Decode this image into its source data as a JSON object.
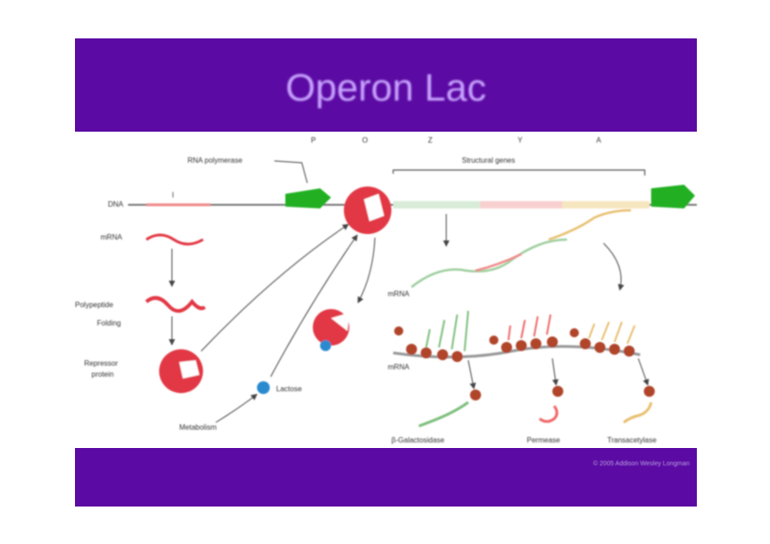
{
  "title": "Operon Lac",
  "labels": {
    "rna_polymerase": "RNA polymerase",
    "structural_genes": "Structural genes",
    "dna": "DNA",
    "mrna_left": "mRNA",
    "polypeptide": "Polypeptide",
    "folding": "Folding",
    "repressor_protein_line1": "Repressor",
    "repressor_protein_line2": "protein",
    "lactose": "Lactose",
    "metabolism": "Metabolism",
    "mrna_right": "mRNA",
    "mrna_ribosomes": "mRNA",
    "beta_galactosidase": "β-Galactosidase",
    "permease": "Permease",
    "transacetylase": "Transacetylase",
    "copyright": "© 2005 Addison Wesley Longman",
    "gene_markers": [
      "P",
      "O",
      "Z",
      "Y",
      "A"
    ],
    "gene_i": "I"
  },
  "colors": {
    "band": "#5b0aa3",
    "title": "#c9a6ff",
    "rna_polymerase": "#22b022",
    "repressor": "#e23845",
    "lactose": "#2a8ad0",
    "gene_z": "#7fbf7f",
    "gene_y": "#f06a6a",
    "gene_a": "#e8c070",
    "ribosome": "#b0442a"
  }
}
